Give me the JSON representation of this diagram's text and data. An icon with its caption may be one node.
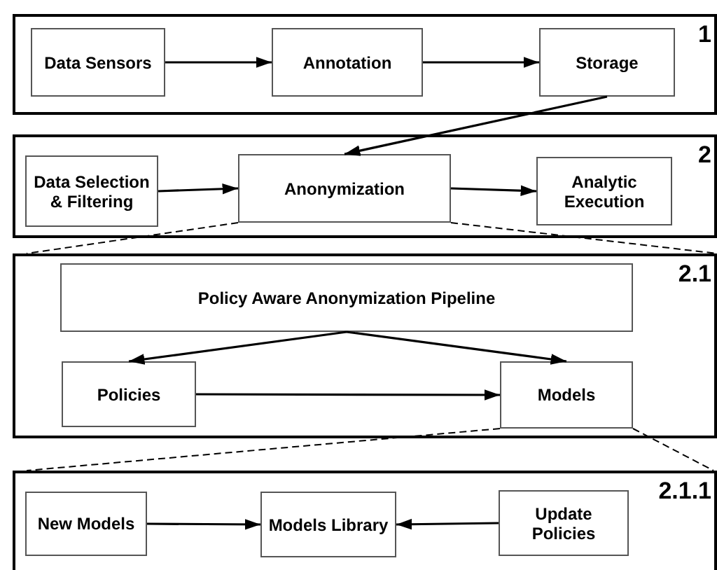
{
  "diagram": {
    "nodes": [
      {
        "text": [
          "1"
        ]
      },
      {
        "text": [
          "Data Sensors"
        ],
        "in": 0
      },
      {
        "text": [
          "Annotation"
        ],
        "in": 0
      },
      {
        "text": [
          "Storage"
        ],
        "in": 0
      },
      {
        "text": [
          "2"
        ]
      },
      {
        "text": [
          "Data Selection & Filtering"
        ],
        "in": 4
      },
      {
        "text": [
          "Anonymization"
        ],
        "in": 4
      },
      {
        "text": [
          "Analytic Execution"
        ],
        "in": 4
      },
      {
        "text": [
          "2.1"
        ]
      },
      {
        "text": [
          "Policy Aware Anonymization Pipeline"
        ],
        "in": 8
      },
      {
        "text": [
          "Policies"
        ],
        "in": 8
      },
      {
        "text": [
          "Models"
        ],
        "in": 8
      },
      {
        "text": [
          "2.1.1"
        ]
      },
      {
        "text": [
          "New Models"
        ],
        "in": 12
      },
      {
        "text": [
          "Models Library"
        ],
        "in": 12
      },
      {
        "text": [
          "Update Policies"
        ],
        "in": 12
      }
    ],
    "edges": [
      {
        "from": 1,
        "to": 2,
        "arrow": "to"
      },
      {
        "from": 2,
        "to": 3,
        "arrow": "to"
      },
      {
        "from": 3,
        "to": 6,
        "arrow": "to"
      },
      {
        "from": 5,
        "to": 6,
        "arrow": "to"
      },
      {
        "from": 6,
        "to": 7,
        "arrow": "to"
      },
      {
        "from": 9,
        "to": 10,
        "arrow": "to"
      },
      {
        "from": 9,
        "to": 11,
        "arrow": "to"
      },
      {
        "from": 10,
        "to": 11,
        "arrow": "to"
      },
      {
        "from": 6,
        "to": 8,
        "arrow": "none",
        "style": "dashed"
      },
      {
        "from": 6,
        "to": 8,
        "arrow": "none",
        "style": "dashed"
      },
      {
        "from": 11,
        "to": 12,
        "arrow": "none",
        "style": "dashed"
      },
      {
        "from": 11,
        "to": 12,
        "arrow": "none",
        "style": "dashed"
      },
      {
        "from": 13,
        "to": 14,
        "arrow": "to"
      },
      {
        "from": 15,
        "to": 14,
        "arrow": "to"
      }
    ]
  }
}
